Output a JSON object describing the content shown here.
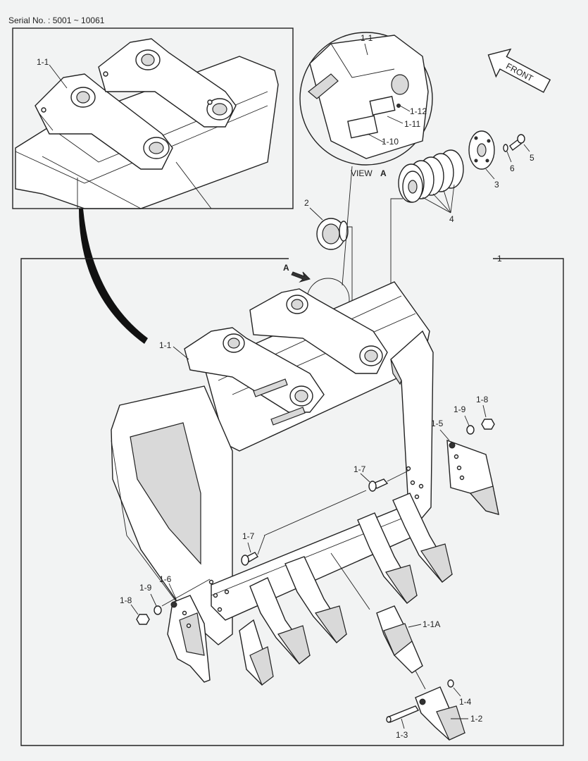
{
  "header": {
    "serial": "Serial No. : 5001 ~ 10061"
  },
  "view": {
    "label": "VIEW",
    "letter": "A",
    "arrow_letter": "A"
  },
  "front_label": "FRONT",
  "callouts": {
    "c1": "1",
    "c2": "2",
    "c3": "3",
    "c4": "4",
    "c5": "5",
    "c6": "6",
    "c1_1_detail": "1-1",
    "c1_1_view": "1-1",
    "c1_1_main": "1-1",
    "c1_12": "1-12",
    "c1_11": "1-11",
    "c1_10": "1-10",
    "c1_5": "1-5",
    "c1_9_right": "1-9",
    "c1_8_right": "1-8",
    "c1_7_upper": "1-7",
    "c1_7_lower": "1-7",
    "c1_6": "1-6",
    "c1_9_left": "1-9",
    "c1_8_left": "1-8",
    "c1_1a": "1-1A",
    "c1_4": "1-4",
    "c1_2": "1-2",
    "c1_3": "1-3"
  }
}
